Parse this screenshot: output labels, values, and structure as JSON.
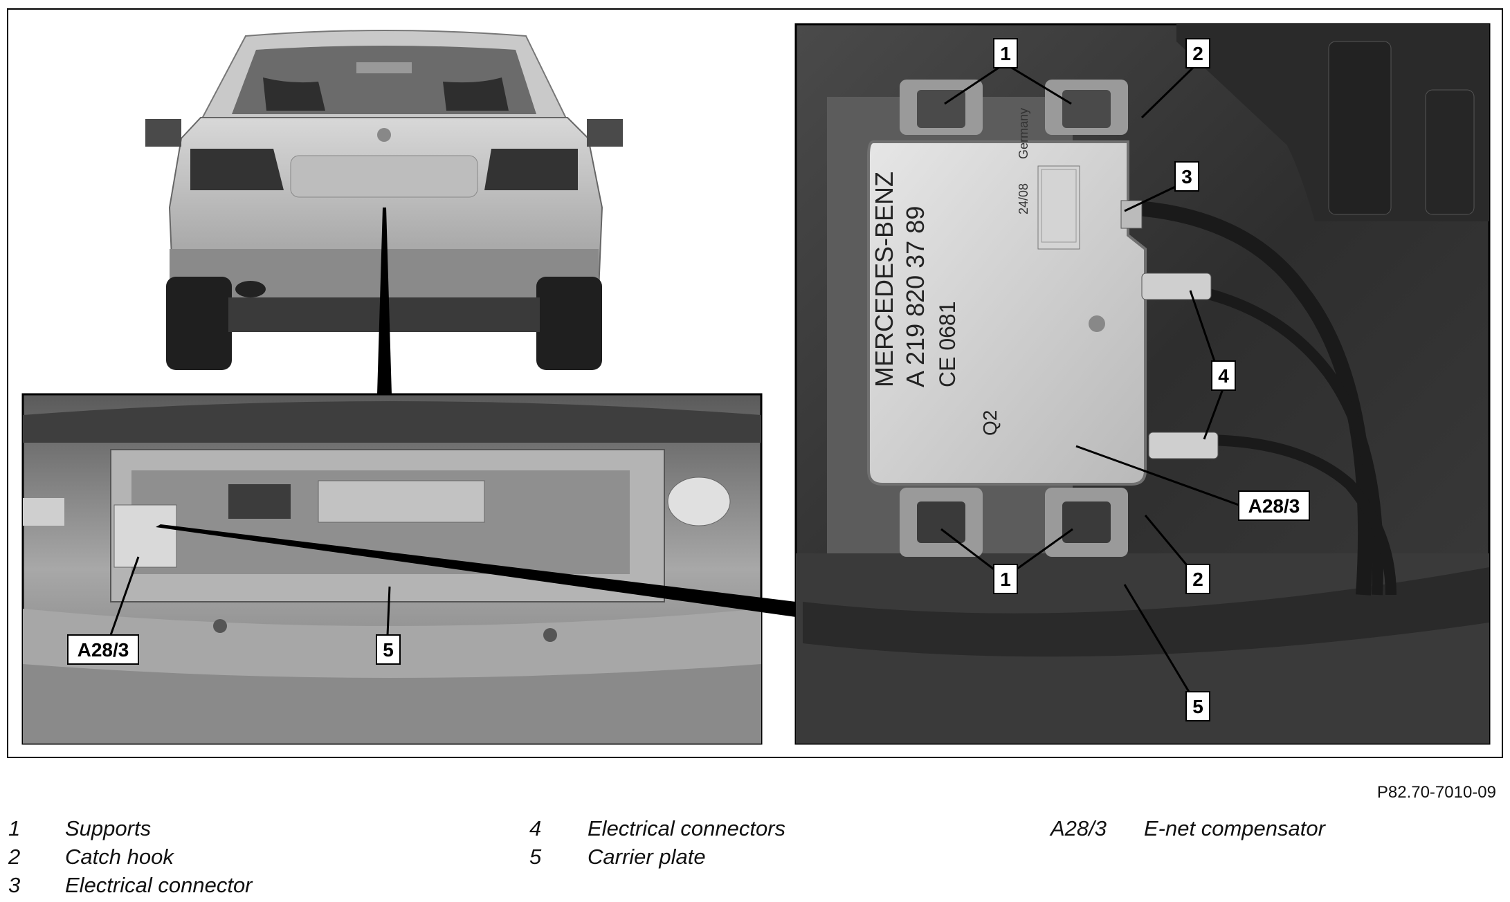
{
  "callouts": {
    "supports": "1",
    "catch_hook": "2",
    "electrical_connector": "3",
    "electrical_connectors": "4",
    "carrier_plate": "5",
    "e_net_compensator": "A28/3"
  },
  "device_label": {
    "brand": "MERCEDES-BENZ",
    "part_number": "A 219 820 37 89",
    "ce_mark": "CE 0681",
    "variant": "Q2",
    "date": "24/08",
    "origin": "Germany"
  },
  "figure_code": "P82.70-7010-09",
  "legend": [
    {
      "key": "1",
      "text": "Supports"
    },
    {
      "key": "2",
      "text": "Catch hook"
    },
    {
      "key": "3",
      "text": "Electrical connector"
    },
    {
      "key": "4",
      "text": "Electrical connectors"
    },
    {
      "key": "5",
      "text": "Carrier plate"
    },
    {
      "key": "A28/3",
      "text": "E-net compensator"
    }
  ],
  "colors": {
    "photo_dark": "#3a3a3a",
    "photo_mid": "#8c8c8c",
    "photo_light": "#cfcfcf",
    "label_bg": "#ffffff",
    "line": "#000000"
  }
}
